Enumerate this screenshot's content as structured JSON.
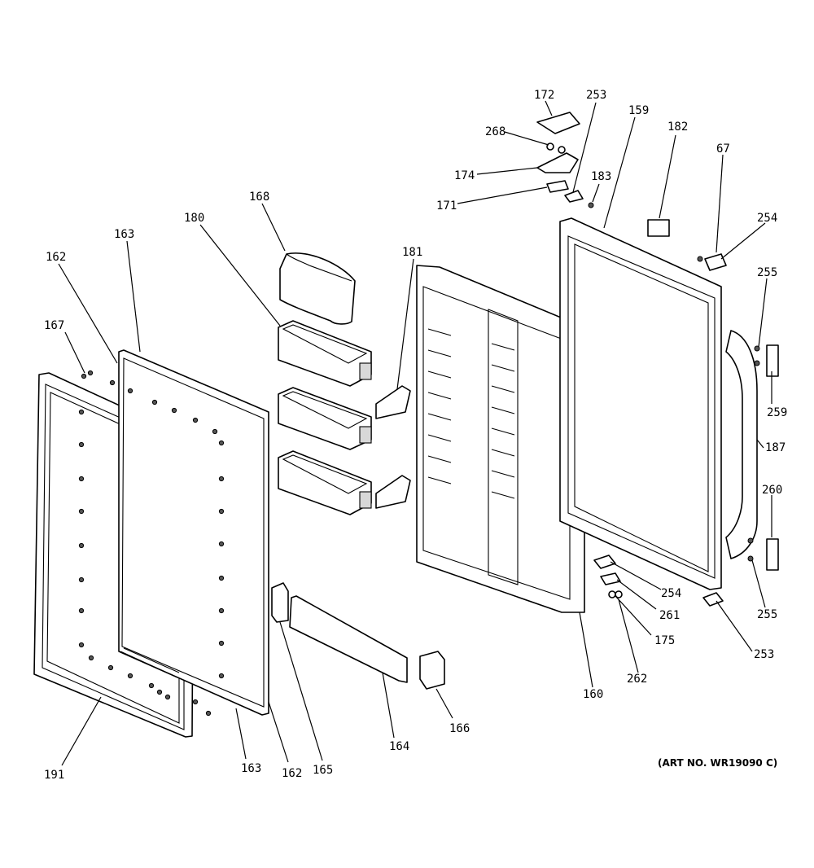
{
  "diagram": {
    "art_number": "(ART NO. WR19090 C)",
    "labels": {
      "l172": "172",
      "l253a": "253",
      "l159": "159",
      "l268": "268",
      "l182": "182",
      "l67": "67",
      "l174": "174",
      "l183": "183",
      "l171": "171",
      "l254a": "254",
      "l168": "168",
      "l180": "180",
      "l163a": "163",
      "l181": "181",
      "l162a": "162",
      "l255a": "255",
      "l167": "167",
      "l259": "259",
      "l187": "187",
      "l260": "260",
      "l254b": "254",
      "l261": "261",
      "l255b": "255",
      "l175": "175",
      "l253b": "253",
      "l262": "262",
      "l160": "160",
      "l166": "166",
      "l164": "164",
      "l191": "191",
      "l163b": "163",
      "l162b": "162",
      "l165": "165"
    }
  }
}
